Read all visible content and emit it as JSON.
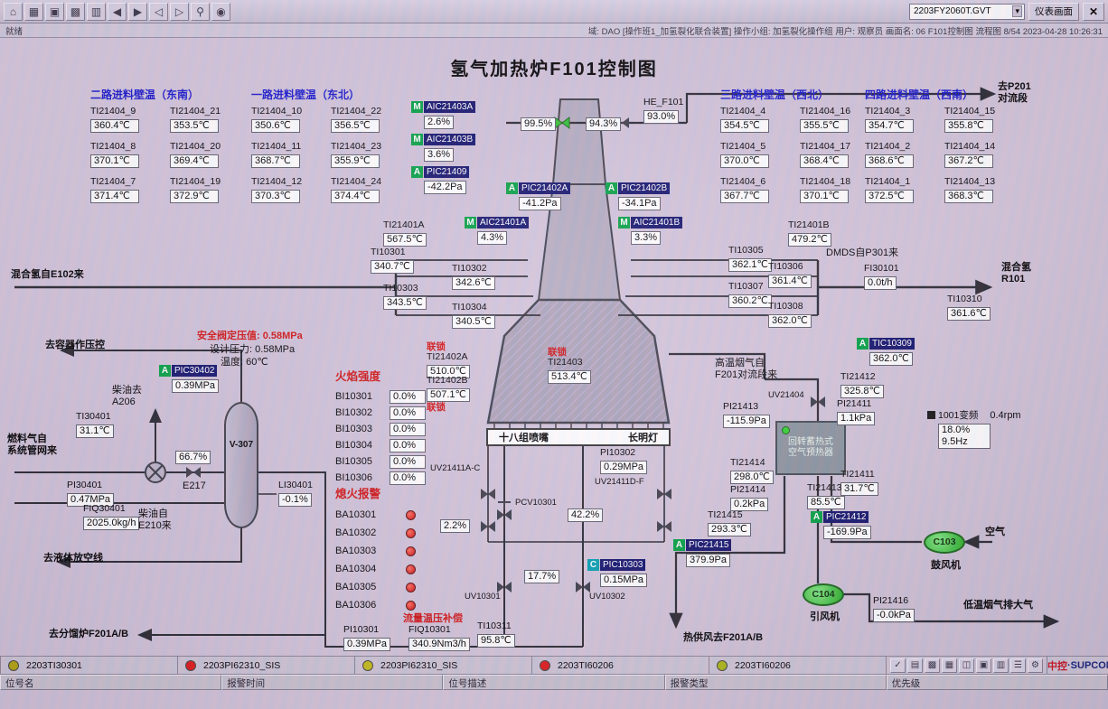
{
  "title": "氢气加热炉F101控制图",
  "toolbar": {
    "icons": [
      {
        "name": "home-icon",
        "glyph": "⌂"
      },
      {
        "name": "overview-grid-icon",
        "glyph": "▦"
      },
      {
        "name": "windows-icon",
        "glyph": "▣"
      },
      {
        "name": "trend-icon",
        "glyph": "▩"
      },
      {
        "name": "report-icon",
        "glyph": "▥"
      },
      {
        "name": "nav-back-icon",
        "glyph": "◀"
      },
      {
        "name": "nav-forward-icon",
        "glyph": "▶"
      },
      {
        "name": "page-prev-icon",
        "glyph": "◁"
      },
      {
        "name": "page-next-icon",
        "glyph": "▷"
      },
      {
        "name": "search-icon",
        "glyph": "⚲"
      },
      {
        "name": "alarm-icon",
        "glyph": "◉"
      }
    ],
    "screen_selector": "2203FY2060T.GVT",
    "panel_button": "仪表画面",
    "close_button": "✕"
  },
  "statusbar": {
    "left": "就绪",
    "right": "域: DAO [操作班1_加氢裂化联合装置]  操作小组: 加氢裂化操作组  用户: 观察员  画面名: 06 F101控制图  流程图 8/54  2023-04-28 10:26:31"
  },
  "wall_panels": [
    {
      "title": "二路进料壁温（东南）",
      "cells": [
        [
          "TI21404_9",
          "360.4℃"
        ],
        [
          "TI21404_21",
          "353.5℃"
        ],
        [
          "TI21404_8",
          "370.1℃"
        ],
        [
          "TI21404_20",
          "369.4℃"
        ],
        [
          "TI21404_7",
          "371.4℃"
        ],
        [
          "TI21404_19",
          "372.9℃"
        ]
      ]
    },
    {
      "title": "一路进料壁温（东北）",
      "cells": [
        [
          "TI21404_10",
          "350.6℃"
        ],
        [
          "TI21404_22",
          "356.5℃"
        ],
        [
          "TI21404_11",
          "368.7℃"
        ],
        [
          "TI21404_23",
          "355.9℃"
        ],
        [
          "TI21404_12",
          "370.3℃"
        ],
        [
          "TI21404_24",
          "374.4℃"
        ]
      ]
    },
    {
      "title": "三路进料壁温（西北）",
      "cells": [
        [
          "TI21404_4",
          "354.5℃"
        ],
        [
          "TI21404_16",
          "355.5℃"
        ],
        [
          "TI21404_5",
          "370.0℃"
        ],
        [
          "TI21404_17",
          "368.4℃"
        ],
        [
          "TI21404_6",
          "367.7℃"
        ],
        [
          "TI21404_18",
          "370.1℃"
        ]
      ]
    },
    {
      "title": "四路进料壁温（西南）",
      "cells": [
        [
          "TI21404_3",
          "354.7℃"
        ],
        [
          "TI21404_15",
          "355.8℃"
        ],
        [
          "TI21404_2",
          "368.6℃"
        ],
        [
          "TI21404_14",
          "367.2℃"
        ],
        [
          "TI21404_1",
          "372.5℃"
        ],
        [
          "TI21404_13",
          "368.3℃"
        ]
      ]
    }
  ],
  "flame": {
    "header": "火焰强度",
    "items": [
      {
        "tag": "BI10301",
        "value": "0.0%"
      },
      {
        "tag": "BI10302",
        "value": "0.0%"
      },
      {
        "tag": "BI10303",
        "value": "0.0%"
      },
      {
        "tag": "BI10304",
        "value": "0.0%"
      },
      {
        "tag": "BI10305",
        "value": "0.0%"
      },
      {
        "tag": "BI10306",
        "value": "0.0%"
      }
    ]
  },
  "flameout": {
    "header": "熄火报警",
    "tags": [
      "BA10301",
      "BA10302",
      "BA10303",
      "BA10304",
      "BA10305",
      "BA10306"
    ]
  },
  "instruments": [
    {
      "id": "AIC21403A",
      "style": "ctrl",
      "badge": "M",
      "tag": "AIC21403A",
      "value": "2.6%"
    },
    {
      "id": "AIC21403B",
      "style": "ctrl",
      "badge": "M",
      "tag": "AIC21403B",
      "value": "3.6%"
    },
    {
      "id": "PIC21409",
      "style": "ctrl",
      "badge": "A",
      "tag": "PIC21409",
      "value": "-42.2Pa"
    },
    {
      "id": "PIC21402A",
      "style": "ctrl",
      "badge": "A",
      "tag": "PIC21402A",
      "value": "-41.2Pa"
    },
    {
      "id": "PIC21402B",
      "style": "ctrl",
      "badge": "A",
      "tag": "PIC21402B",
      "value": "-34.1Pa"
    },
    {
      "id": "AIC21401A",
      "style": "ctrl",
      "badge": "M",
      "tag": "AIC21401A",
      "value": "4.3%"
    },
    {
      "id": "AIC21401B",
      "style": "ctrl",
      "badge": "M",
      "tag": "AIC21401B",
      "value": "3.3%"
    },
    {
      "id": "PIC30402",
      "style": "ctrl",
      "badge": "A",
      "tag": "PIC30402",
      "value": "0.39MPa"
    },
    {
      "id": "PIC10303",
      "style": "ctrl",
      "badge": "C",
      "tag": "PIC10303",
      "value": "0.15MPa"
    },
    {
      "id": "TIC10309",
      "style": "ctrl",
      "badge": "A",
      "tag": "TIC10309",
      "value": "362.0℃"
    },
    {
      "id": "PIC21412",
      "style": "ctrl",
      "badge": "A",
      "tag": "PIC21412",
      "value": "-169.9Pa"
    },
    {
      "id": "PIC21415",
      "style": "ctrl",
      "badge": "A",
      "tag": "PIC21415",
      "value": "379.9Pa"
    },
    {
      "id": "TI21401A",
      "style": "ind",
      "tag": "TI21401A",
      "value": "567.5℃"
    },
    {
      "id": "TI21401B",
      "style": "ind",
      "tag": "TI21401B",
      "value": "479.2℃"
    },
    {
      "id": "TI10301",
      "style": "ind",
      "tag": "TI10301",
      "value": "340.7℃"
    },
    {
      "id": "TI10302",
      "style": "ind",
      "tag": "TI10302",
      "value": "342.6℃"
    },
    {
      "id": "TI10303",
      "style": "ind",
      "tag": "TI10303",
      "value": "343.5℃"
    },
    {
      "id": "TI10304",
      "style": "ind",
      "tag": "TI10304",
      "value": "340.5℃"
    },
    {
      "id": "TI10305",
      "style": "ind",
      "tag": "TI10305",
      "value": "362.1℃"
    },
    {
      "id": "TI10306",
      "style": "ind",
      "tag": "TI10306",
      "value": "361.4℃"
    },
    {
      "id": "TI10307",
      "style": "ind",
      "tag": "TI10307",
      "value": "360.2℃"
    },
    {
      "id": "TI10308",
      "style": "ind",
      "tag": "TI10308",
      "value": "362.0℃"
    },
    {
      "id": "FI30101",
      "style": "ind",
      "tag": "FI30101",
      "value": "0.0t/h"
    },
    {
      "id": "TI10310",
      "style": "ind",
      "tag": "TI10310",
      "value": "361.6℃"
    },
    {
      "id": "HE_F101",
      "style": "ind",
      "tag": "HE_F101",
      "value": "93.0%"
    },
    {
      "id": "TI21402A",
      "style": "ind",
      "tag": "TI21402A",
      "value": "510.0℃",
      "red_above": "联锁"
    },
    {
      "id": "TI21402B",
      "style": "ind",
      "tag": "TI21402B",
      "value": "507.1℃",
      "red_below": "联锁"
    },
    {
      "id": "TI21403",
      "style": "ind",
      "tag": "TI21403",
      "value": "513.4℃",
      "red_above": "联锁"
    },
    {
      "id": "TI30401",
      "style": "ind",
      "tag": "TI30401",
      "value": "31.1℃"
    },
    {
      "id": "PI30401",
      "style": "ind",
      "tag": "PI30401",
      "value": "0.47MPa"
    },
    {
      "id": "FIQ30401",
      "style": "ind",
      "tag": "FIQ30401",
      "value": "2025.0kg/h"
    },
    {
      "id": "LI30401",
      "style": "ind",
      "tag": "LI30401",
      "value": "-0.1%"
    },
    {
      "id": "PI10301",
      "style": "ind",
      "tag": "PI10301",
      "value": "0.39MPa"
    },
    {
      "id": "FIQ10301",
      "style": "ind",
      "tag": "FIQ10301",
      "value": "340.9Nm3/h"
    },
    {
      "id": "TI10311",
      "style": "ind",
      "tag": "TI10311",
      "value": "95.8℃"
    },
    {
      "id": "PI10302",
      "style": "ind",
      "tag": "PI10302",
      "value": "0.29MPa"
    },
    {
      "id": "TI21412",
      "style": "ind",
      "tag": "TI21412",
      "value": "325.8℃"
    },
    {
      "id": "PI21413",
      "style": "ind",
      "tag": "PI21413",
      "value": "-115.9Pa"
    },
    {
      "id": "PI21411",
      "style": "ind",
      "tag": "PI21411",
      "value": "1.1kPa"
    },
    {
      "id": "TI21411",
      "style": "ind",
      "tag": "TI21411",
      "value": "31.7℃"
    },
    {
      "id": "TI21414",
      "style": "ind",
      "tag": "TI21414",
      "value": "298.0℃"
    },
    {
      "id": "PI21414",
      "style": "ind",
      "tag": "PI21414",
      "value": "0.2kPa"
    },
    {
      "id": "TI21413",
      "style": "ind",
      "tag": "TI21413",
      "value": "85.5℃"
    },
    {
      "id": "TI21415",
      "style": "ind",
      "tag": "TI21415",
      "value": "293.3℃"
    },
    {
      "id": "PI21416",
      "style": "ind",
      "tag": "PI21416",
      "value": "-0.0kPa"
    },
    {
      "id": "VLV_99",
      "style": "box",
      "value": "99.5%"
    },
    {
      "id": "VLV_94",
      "style": "box",
      "value": "94.3%"
    },
    {
      "id": "PCT_667",
      "style": "box",
      "value": "66.7%"
    },
    {
      "id": "PCT_22",
      "style": "box",
      "value": "2.2%"
    },
    {
      "id": "PCT_422",
      "style": "box",
      "value": "42.2%"
    },
    {
      "id": "PCT_177",
      "style": "box",
      "value": "17.7%"
    }
  ],
  "labels": [
    {
      "id": "toP201",
      "text": "去P201\n对流段",
      "bold": true
    },
    {
      "id": "E102",
      "text": "混合氢自E102来",
      "bold": true
    },
    {
      "id": "DMDS",
      "text": "DMDS自P301来"
    },
    {
      "id": "R101",
      "text": "混合氢\nR101",
      "bold": true
    },
    {
      "id": "safety",
      "text": "安全阀定压值: 0.58MPa",
      "red": true
    },
    {
      "id": "design",
      "text": "设计压力: 0.58MPa"
    },
    {
      "id": "temp60",
      "text": "温度: 60℃"
    },
    {
      "id": "toVessel",
      "text": "去容器作压控",
      "bold": true
    },
    {
      "id": "dieselTo",
      "text": "柴油去\nA206"
    },
    {
      "id": "fuelgas",
      "text": "燃料气自\n系统管网来",
      "bold": true
    },
    {
      "id": "E217",
      "text": "E217"
    },
    {
      "id": "dieselFrom",
      "text": "柴油自\nE210来"
    },
    {
      "id": "vent",
      "text": "去液体放空线",
      "bold": true
    },
    {
      "id": "toF201",
      "text": "去分馏炉F201A/B",
      "bold": true
    },
    {
      "id": "uvAC",
      "text": "UV21411A-C",
      "sm": true
    },
    {
      "id": "pcv",
      "text": "PCV10301",
      "sm": true
    },
    {
      "id": "uvDF",
      "text": "UV21411D-F",
      "sm": true
    },
    {
      "id": "uv1",
      "text": "UV10301",
      "sm": true
    },
    {
      "id": "uv2",
      "text": "UV10302",
      "sm": true
    },
    {
      "id": "uv21404",
      "text": "UV21404",
      "sm": true
    },
    {
      "id": "comp",
      "text": "流量温压补偿",
      "red": true
    },
    {
      "id": "hotair",
      "text": "热供风去F201A/B",
      "bold": true
    },
    {
      "id": "fluein",
      "text": "高温烟气自\nF201对流段来"
    },
    {
      "id": "air",
      "text": "空气",
      "bold": true
    },
    {
      "id": "blower",
      "text": "鼓风机",
      "bold": true
    },
    {
      "id": "fan",
      "text": "引风机",
      "bold": true
    },
    {
      "id": "flueout",
      "text": "低温烟气排大气",
      "bold": true
    }
  ],
  "burner_box": {
    "left": "十八组喷嘴",
    "right": "长明灯"
  },
  "vfd": {
    "tag": "1001变频",
    "rpm": "0.4rpm",
    "pct": "18.0%",
    "hz": "9.5Hz"
  },
  "preheater": {
    "label": "回转蓄热式\n空气预热器"
  },
  "equipment": {
    "v307": "V-307",
    "c103": "C103",
    "c104": "C104"
  },
  "alarm_bar": [
    {
      "color": "#b0a410",
      "tag": "2203TI30301"
    },
    {
      "color": "#e01818",
      "tag": "2203PI62310_SIS"
    },
    {
      "color": "#c8bc14",
      "tag": "2203PI62310_SIS"
    },
    {
      "color": "#e01818",
      "tag": "2203TI60206"
    },
    {
      "color": "#aab814",
      "tag": "2203TI60206"
    }
  ],
  "b_icons": [
    {
      "name": "ack-icon",
      "glyph": "✓"
    },
    {
      "name": "alarm-summary-icon",
      "glyph": "▤"
    },
    {
      "name": "trend-icon",
      "glyph": "▩"
    },
    {
      "name": "report-icon",
      "glyph": "▦"
    },
    {
      "name": "screens-icon",
      "glyph": "◫"
    },
    {
      "name": "window-icon",
      "glyph": "▣"
    },
    {
      "name": "print-icon",
      "glyph": "▥"
    },
    {
      "name": "menu-icon",
      "glyph": "☰"
    },
    {
      "name": "settings-icon",
      "glyph": "⚙"
    }
  ],
  "footer_labels": [
    "位号名",
    "报警时间",
    "位号描述",
    "报警类型",
    "优先级"
  ],
  "logo": {
    "cn": "中控",
    "en": "·SUPCON"
  },
  "colors": {
    "interlock_red": "#d01010",
    "header_blue": "#1515cc",
    "controller_bg": "#10106a",
    "badge_green": "#00a040",
    "badge_cyan": "#00a0b0",
    "equipment_green": "#2fbf2f"
  }
}
